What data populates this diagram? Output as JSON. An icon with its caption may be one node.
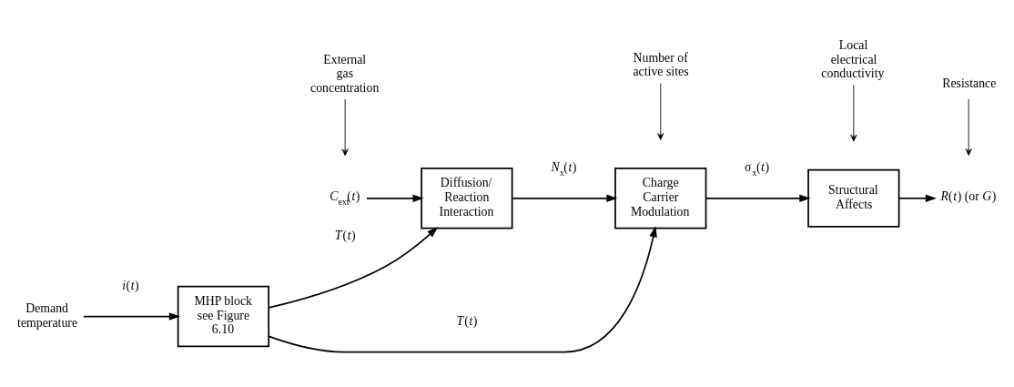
{
  "diagram": {
    "nodes": [
      {
        "text": [
          "Diffusion/ Reaction Interaction"
        ]
      },
      {
        "text": [
          "Charge Carrier Modulation"
        ]
      },
      {
        "text": [
          "Structural Affects"
        ]
      },
      {
        "text": [
          "MHP block see Figure 6.10"
        ]
      },
      {
        "text": [
          "*C*$_{ext}$(*t*)"
        ]
      },
      {
        "text": [
          "*R*(*t*) (or *G*)"
        ]
      },
      {
        "text": [
          "Demand temperature"
        ]
      },
      {
        "text": [
          "External gas concentration"
        ]
      },
      {
        "text": [
          "Number of active sites"
        ]
      },
      {
        "text": [
          "Local electrical conductivity"
        ]
      },
      {
        "text": [
          "Resistance"
        ]
      }
    ],
    "edges": [
      {
        "from": 4,
        "to": 0,
        "arrow": "to"
      },
      {
        "from": 0,
        "to": 1,
        "arrow": "to",
        "label": "*N*$_{x}$(*t*)"
      },
      {
        "from": 1,
        "to": 2,
        "arrow": "to",
        "label": "σ$_{x}$(*t*)"
      },
      {
        "from": 2,
        "to": 5,
        "arrow": "to"
      },
      {
        "from": 6,
        "to": 3,
        "arrow": "to",
        "label": "*i*(*t*)"
      },
      {
        "from": 3,
        "to": 0,
        "arrow": "to",
        "label": "*T*(*t*)"
      },
      {
        "from": 3,
        "to": 1,
        "arrow": "to",
        "label": "*T*(*t*)"
      },
      {
        "from": 7,
        "to": null,
        "arrow": "to"
      },
      {
        "from": 8,
        "to": null,
        "arrow": "to"
      },
      {
        "from": 9,
        "to": null,
        "arrow": "to"
      },
      {
        "from": 10,
        "to": null,
        "arrow": "to"
      }
    ]
  }
}
